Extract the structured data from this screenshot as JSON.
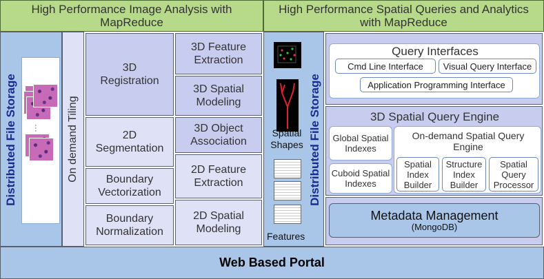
{
  "headers": {
    "left": "High Performance Image Analysis with\nMapReduce",
    "right": "High Performance Spatial Queries and Analytics\nwith MapReduce"
  },
  "left_storage_label": "Distributed File Storage",
  "tiling_label": "On demand Tiling",
  "pipeline_left": [
    "3D\nRegistration",
    "2D\nSegmentation",
    "Boundary\nVectorization",
    "Boundary\nNormalization"
  ],
  "pipeline_right": [
    "3D Feature\nExtraction",
    "3D Spatial\nModeling",
    "3D Object\nAssociation",
    "2D Feature\nExtraction",
    "2D Spatial\nModeling"
  ],
  "right_storage_label": "Distributed File Storage",
  "spatial_shapes_label": "Spatial\nShapes",
  "features_label": "Features",
  "query_interfaces": {
    "title": "Query Interfaces",
    "items": [
      "Cmd Line Interface",
      "Visual Query Interface",
      "Application Programming Interface"
    ]
  },
  "query_engine": {
    "title": "3D Spatial Query Engine",
    "indexes": [
      "Global Spatial\nIndexes",
      "Cuboid Spatial\nIndexes"
    ],
    "on_demand_title": "On-demand Spatial Query\nEngine",
    "components": [
      "Spatial\nIndex\nBuilder",
      "Structure\nIndex\nBuilder",
      "Spatial\nQuery\nProcessor"
    ]
  },
  "metadata": {
    "title": "Metadata Management",
    "subtitle": "(MongoDB)"
  },
  "portal_label": "Web Based Portal",
  "colors": {
    "header_green": "#b6d98a",
    "storage_blue": "#a9c6e8",
    "module_lavender": "#c8cdf0",
    "tissue_pink": "#c76ab8"
  }
}
